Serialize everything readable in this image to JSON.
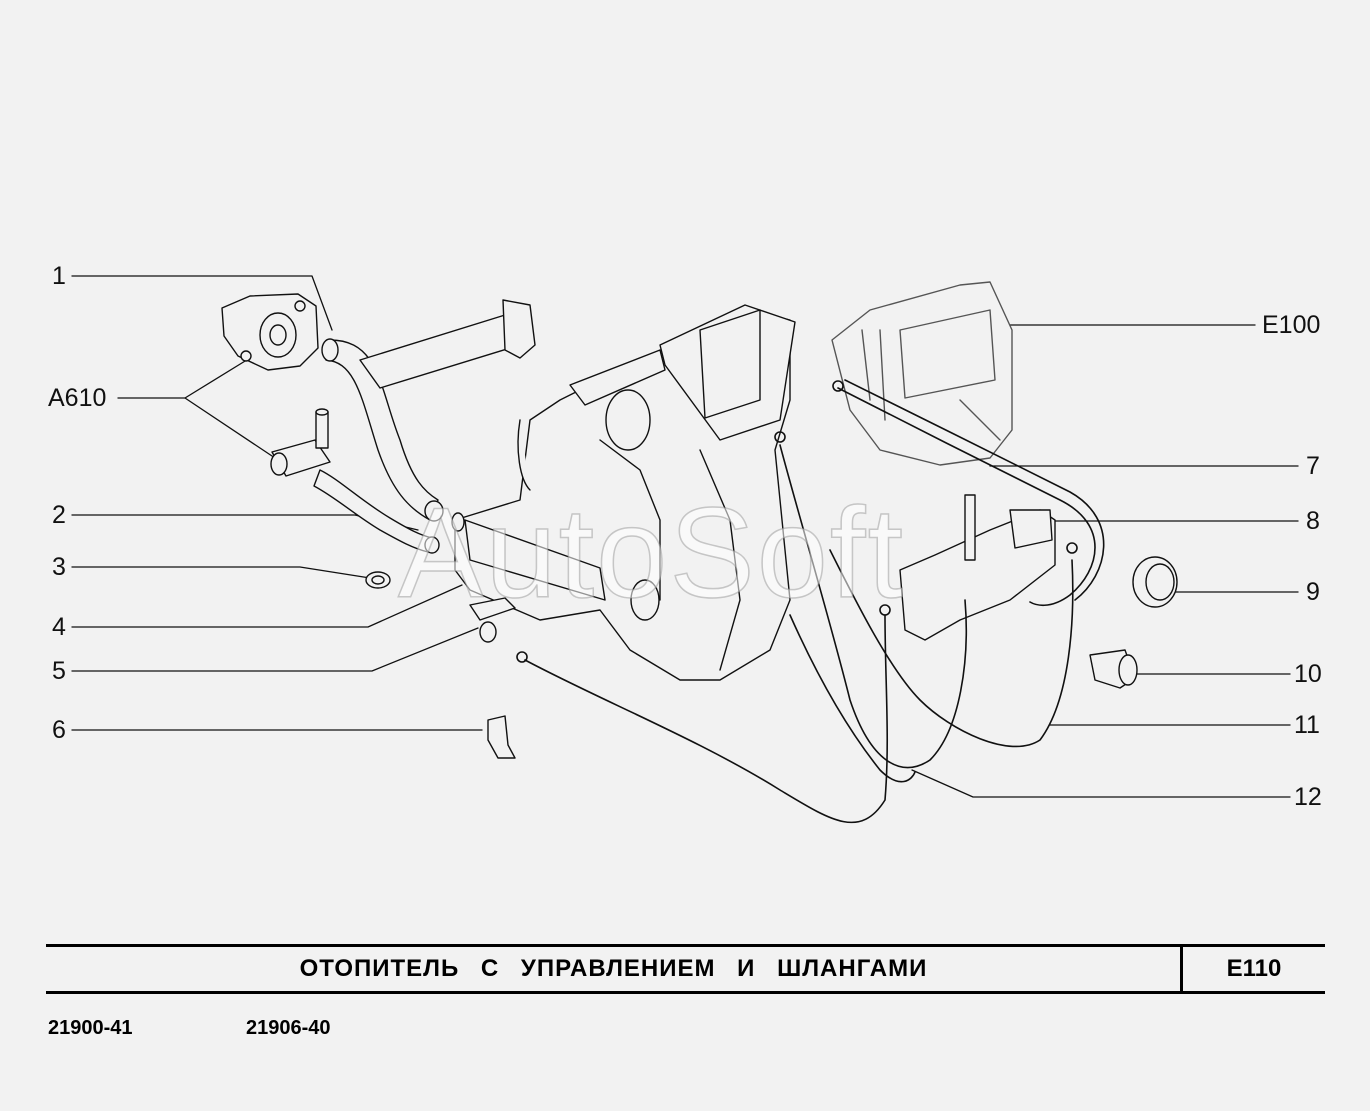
{
  "callouts": {
    "c1": "1",
    "a610": "A610",
    "c2": "2",
    "c3": "3",
    "c4": "4",
    "c5": "5",
    "c6": "6",
    "e100": "E100",
    "c7": "7",
    "c8": "8",
    "c9": "9",
    "c10": "10",
    "c11": "11",
    "c12": "12"
  },
  "title": {
    "text": "ОТОПИТЕЛЬ С УПРАВЛЕНИЕМ И ШЛАНГАМИ",
    "code": "E110"
  },
  "models": [
    "21900-41",
    "21906-40"
  ],
  "watermark": "AutoSoft"
}
